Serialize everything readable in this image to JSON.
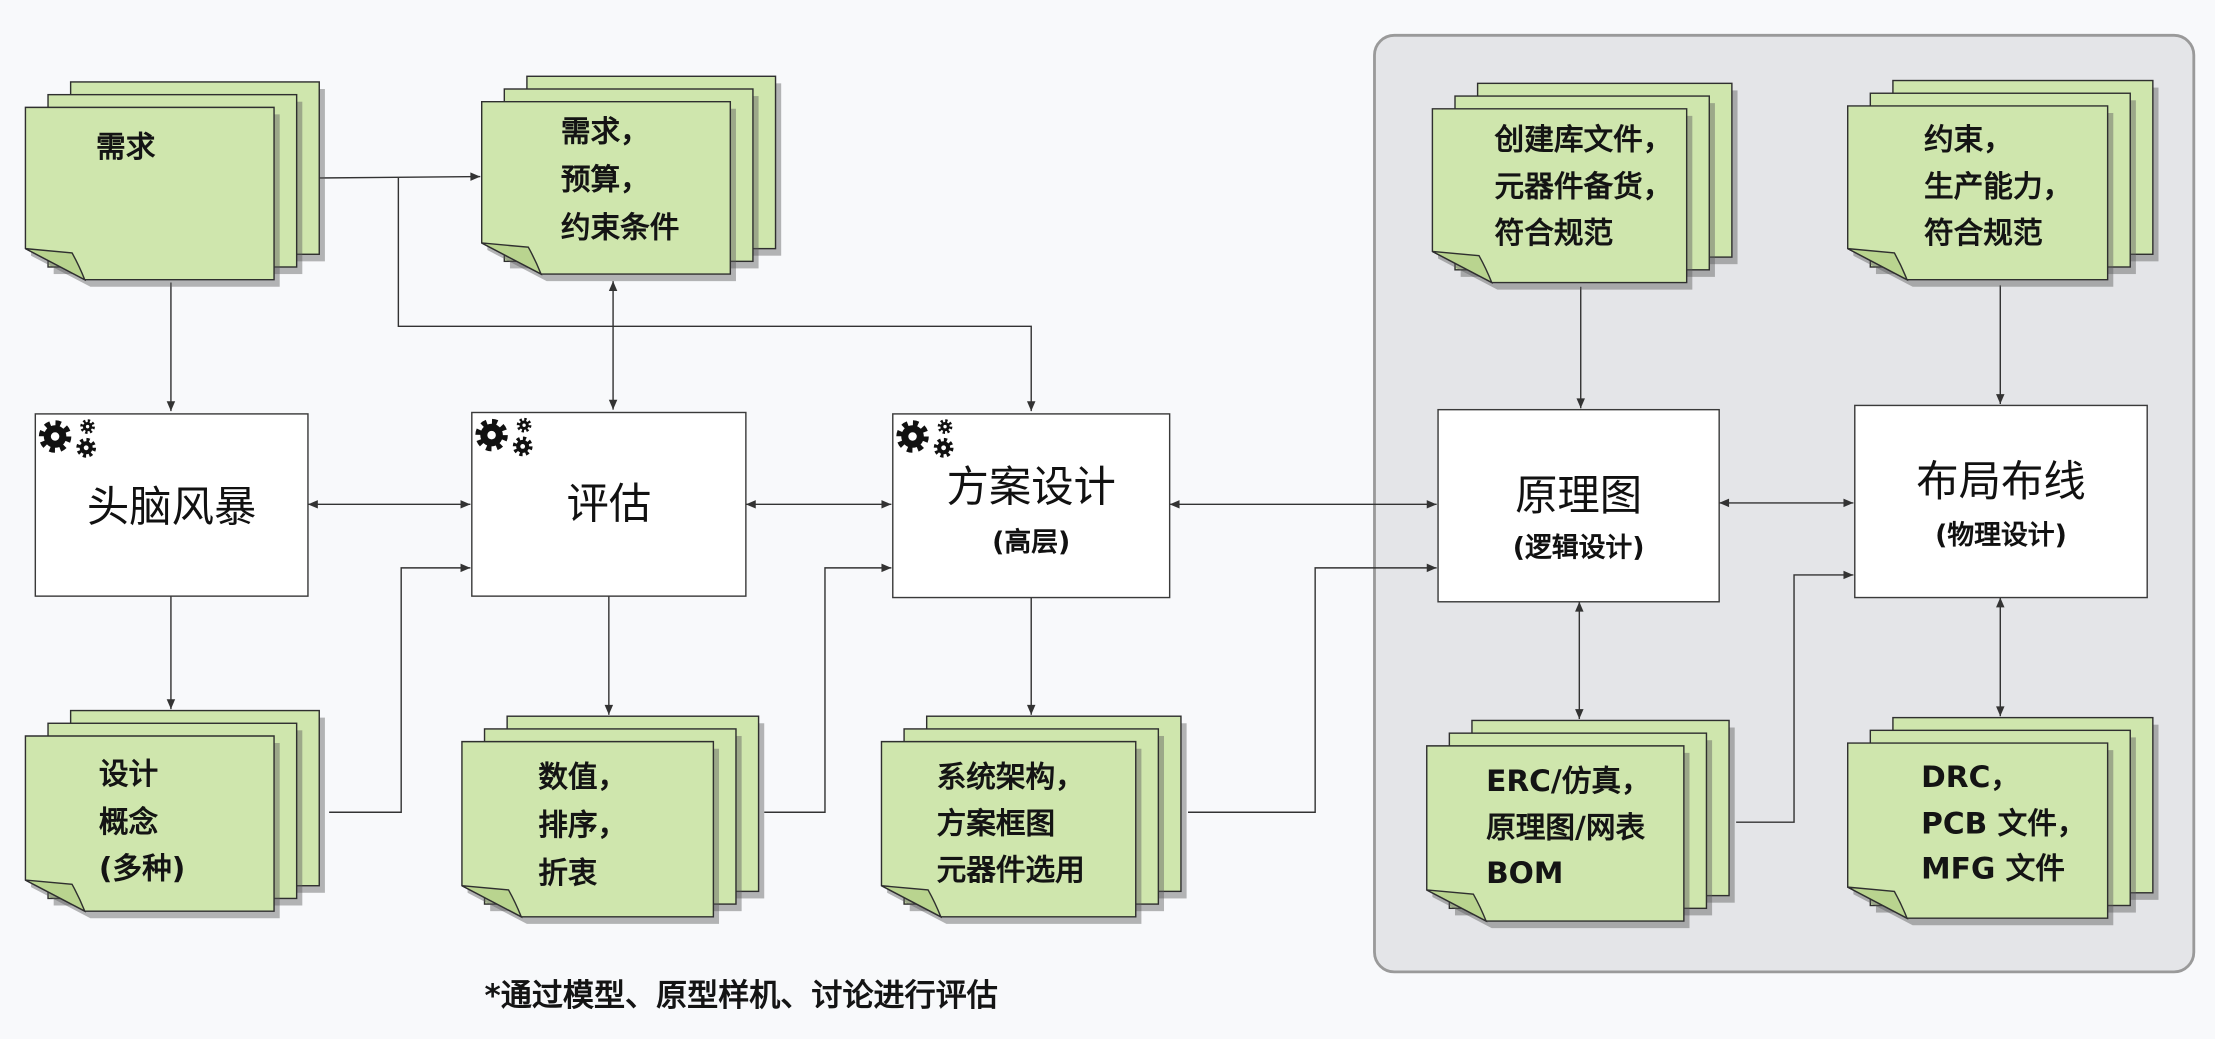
{
  "nodes": {
    "brainstorm": {
      "title": "头脑风暴"
    },
    "evaluate": {
      "title": "评估"
    },
    "solution_design": {
      "title": "方案设计",
      "subtitle": "(高层)"
    },
    "schematic": {
      "title": "原理图",
      "subtitle": "(逻辑设计)"
    },
    "layout": {
      "title": "布局布线",
      "subtitle": "(物理设计)"
    }
  },
  "documents": {
    "needs": {
      "lines": [
        "需求"
      ]
    },
    "requirements": {
      "lines": [
        "需求，",
        "预算，",
        "约束条件"
      ]
    },
    "library": {
      "lines": [
        "创建库文件，",
        "元器件备货，",
        "符合规范"
      ]
    },
    "constraints": {
      "lines": [
        "约束，",
        "生产能力，",
        "符合规范"
      ]
    },
    "concepts": {
      "lines": [
        "设计",
        "概念",
        "(多种)"
      ]
    },
    "values": {
      "lines": [
        "数值，",
        "排序，",
        "折衷"
      ]
    },
    "architecture": {
      "lines": [
        "系统架构，",
        "方案框图",
        "元器件选用"
      ]
    },
    "erc": {
      "lines": [
        "ERC/仿真，",
        "原理图/网表",
        "BOM"
      ]
    },
    "drc": {
      "lines": [
        "DRC，",
        "PCB 文件，",
        "MFG 文件"
      ]
    }
  },
  "footnote": "*通过模型、原型样机、讨论进行评估",
  "icons": {
    "process_icon": "gears-icon"
  },
  "colors": {
    "document_fill": "#cfe6ad",
    "document_fold": "#b9d48f",
    "document_stroke": "#2f2f2f",
    "panel_fill": "#e4e5e8",
    "box_fill": "#ffffff",
    "line": "#333333"
  }
}
